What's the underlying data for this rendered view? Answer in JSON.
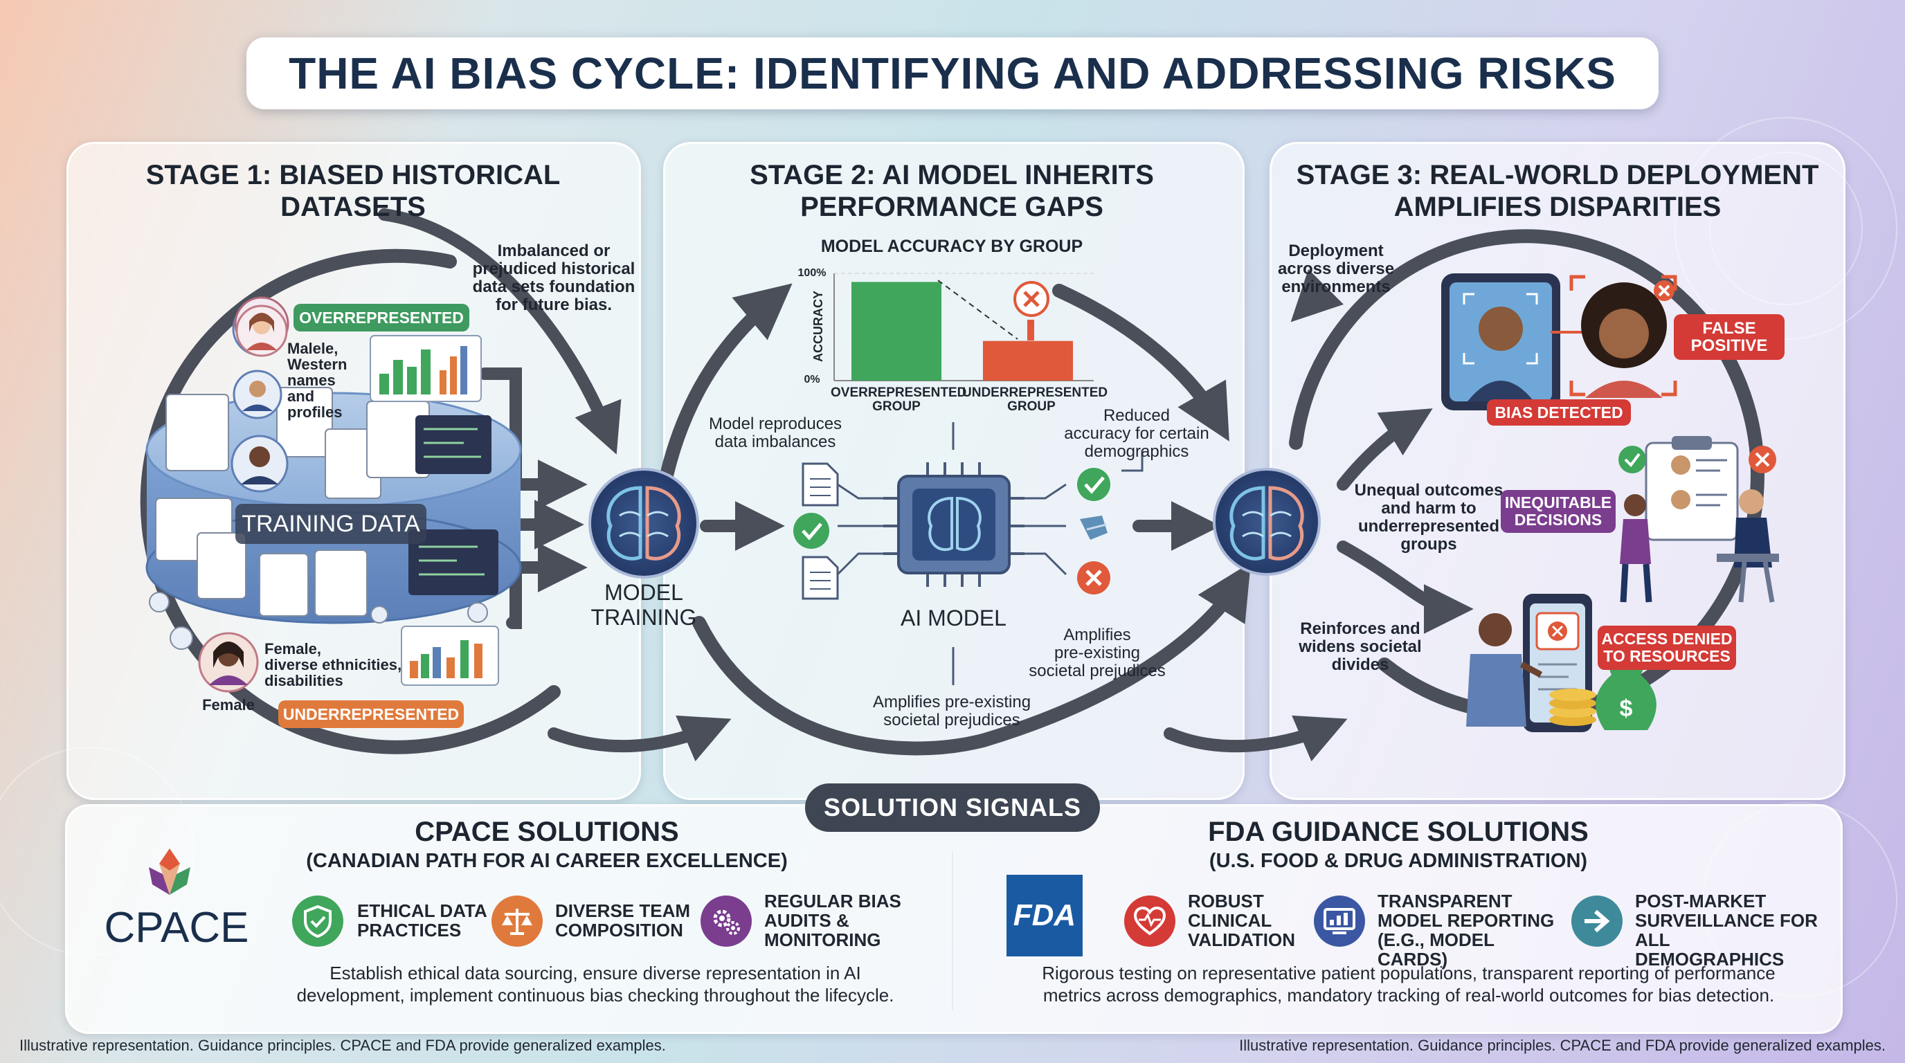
{
  "title": "THE AI BIAS CYCLE: IDENTIFYING AND ADDRESSING RISKS",
  "stage1": {
    "title_line1": "STAGE 1: BIASED HISTORICAL",
    "title_line2": "DATASETS",
    "note": [
      "Imbalanced or",
      "prejudiced historical",
      "data sets foundation",
      "for future bias."
    ],
    "overrepresented": "OVERREPRESENTED",
    "over_desc": [
      "Malele,",
      "Western",
      "names",
      "and",
      "profiles"
    ],
    "training_data": "TRAINING DATA",
    "under_desc": [
      "Female,",
      "diverse ethnicities,",
      "disabilities"
    ],
    "female": "Female",
    "underrepresented": "UNDERREPRESENTED",
    "model_training": [
      "MODEL",
      "TRAINING"
    ]
  },
  "stage2": {
    "title_line1": "STAGE 2: AI MODEL INHERITS",
    "title_line2": "PERFORMANCE GAPS",
    "chart_title": "MODEL ACCURACY BY GROUP",
    "reproduces": [
      "Model reproduces",
      "data imbalances"
    ],
    "reduced": [
      "Reduced",
      "accuracy for certain",
      "demographics"
    ],
    "ai_model": "AI MODEL",
    "amplifies_right": [
      "Amplifies",
      "pre-existing",
      "societal prejudices"
    ],
    "amplifies_bottom": [
      "Amplifies pre-existing",
      "societal prejudices"
    ]
  },
  "chart_data": {
    "type": "bar",
    "title": "MODEL ACCURACY BY GROUP",
    "ylabel": "ACCURACY",
    "yticks": [
      "100%",
      "0%"
    ],
    "ylim": [
      0,
      100
    ],
    "categories": [
      "OVERREPRESENTED GROUP",
      "UNDERREPRESENTED GROUP"
    ],
    "category_lines": [
      [
        "OVERREPRESENTED",
        "GROUP"
      ],
      [
        "UNDERREPRESENTED",
        "GROUP"
      ]
    ],
    "values": [
      92,
      37
    ],
    "colors": [
      "#3fa65c",
      "#e0593a"
    ]
  },
  "stage3": {
    "title_line1": "STAGE 3: REAL-WORLD DEPLOYMENT",
    "title_line2": "AMPLIFIES DISPARITIES",
    "deployment": [
      "Deployment",
      "across diverse",
      "environments"
    ],
    "false_positive": [
      "FALSE",
      "POSITIVE"
    ],
    "bias_detected": "BIAS DETECTED",
    "unequal": [
      "Unequal outcomes",
      "and harm to",
      "underrepresented",
      "groups"
    ],
    "inequitable": [
      "INEQUITABLE",
      "DECISIONS"
    ],
    "reinforces": [
      "Reinforces and",
      "widens societal",
      "divides"
    ],
    "access_denied": [
      "ACCESS DENIED",
      "TO RESOURCES"
    ]
  },
  "solutions": {
    "pill": "SOLUTION SIGNALS",
    "cpace": {
      "logo": "CPACE",
      "title": "CPACE SOLUTIONS",
      "subtitle": "(CANADIAN PATH FOR AI CAREER EXCELLENCE)",
      "items": [
        [
          "ETHICAL DATA",
          "PRACTICES"
        ],
        [
          "DIVERSE TEAM",
          "COMPOSITION"
        ],
        [
          "REGULAR BIAS",
          "AUDITS &",
          "MONITORING"
        ]
      ],
      "desc": [
        "Establish ethical data sourcing, ensure diverse representation in AI",
        "development, implement continuous bias checking throughout the lifecycle."
      ]
    },
    "fda": {
      "logo": "FDA",
      "title": "FDA GUIDANCE SOLUTIONS",
      "subtitle": "(U.S. FOOD & DRUG ADMINISTRATION)",
      "items": [
        [
          "ROBUST",
          "CLINICAL",
          "VALIDATION"
        ],
        [
          "TRANSPARENT",
          "MODEL REPORTING",
          "(E.G., MODEL CARDS)"
        ],
        [
          "POST-MARKET",
          "SURVEILLANCE FOR",
          "ALL DEMOGRAPHICS"
        ]
      ],
      "desc": [
        "Rigorous testing on representative patient populations, transparent reporting of performance",
        "metrics across demographics, mandatory tracking of real-world outcomes for bias detection."
      ]
    }
  },
  "footer_left": "Illustrative representation. Guidance principles. CPACE and FDA provide generalized examples.",
  "footer_right": "Illustrative representation. Guidance principles. CPACE and FDA provide generalized examples.",
  "colors": {
    "navy": "#1a2f4c",
    "green": "#3fa65c",
    "orange": "#e0593a",
    "over_tag": "#3f9a60",
    "under_tag": "#e07a3c",
    "red_tag": "#d43a36",
    "purple_tag": "#7b3d8e",
    "dark_pill": "#3e4553"
  }
}
